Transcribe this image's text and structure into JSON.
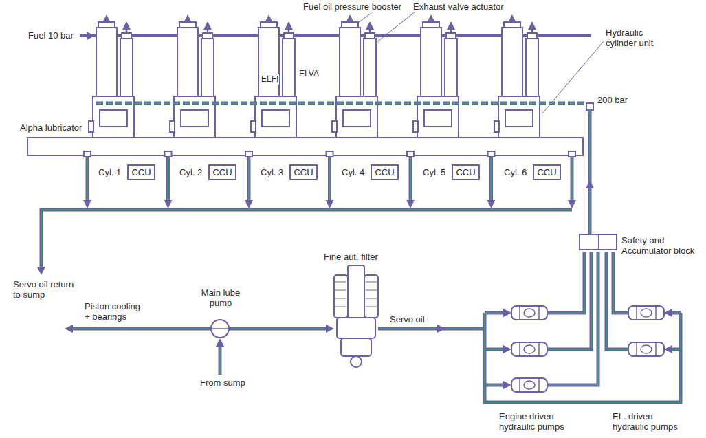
{
  "diagram": {
    "nodes": [
      {
        "text": [
          "CCU"
        ]
      },
      {
        "text": [
          "CCU"
        ]
      },
      {
        "text": [
          "CCU"
        ]
      },
      {
        "text": [
          "CCU"
        ]
      },
      {
        "text": [
          "CCU"
        ]
      },
      {
        "text": [
          "CCU"
        ]
      },
      {
        "text": [
          "Safety and Accumulator block"
        ]
      }
    ],
    "labels": [
      "Fuel 10 bar",
      "Fuel oil pressure booster",
      "Exhaust valve actuator",
      "Hydraulic cylinder unit",
      "ELFI",
      "ELVA",
      "Alpha lubricator",
      "200 bar",
      "Cyl. 1",
      "Cyl. 2",
      "Cyl. 3",
      "Cyl. 4",
      "Cyl. 5",
      "Cyl. 6",
      "Servo oil return to sump",
      "Fine aut. filter",
      "Main lube pump",
      "Piston cooling + bearings",
      "Servo oil",
      "From sump",
      "Engine driven hydraulic pumps",
      "EL. driven hydraulic pumps"
    ]
  }
}
